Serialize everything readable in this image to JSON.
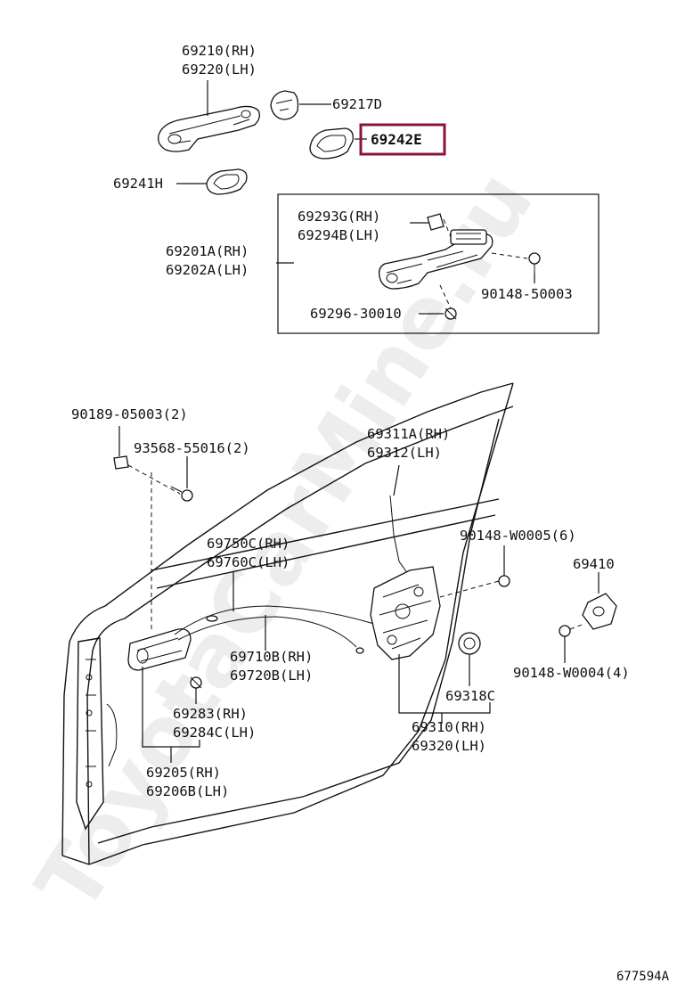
{
  "labels": {
    "p69210": "69210(RH)",
    "p69220": "69220(LH)",
    "p69217": "69217D",
    "p69242": "69242E",
    "p69241": "69241H",
    "p69293": "69293G(RH)",
    "p69294": "69294B(LH)",
    "p69201": "69201A(RH)",
    "p69202": "69202A(LH)",
    "p90148a": "90148-50003",
    "p69296": "69296-30010",
    "p90189": "90189-05003(2)",
    "p93568": "93568-55016(2)",
    "p69311": "69311A(RH)",
    "p69312": "69312(LH)",
    "p90148b": "90148-W0005(6)",
    "p69410": "69410",
    "p69750": "69750C(RH)",
    "p69760": "69760C(LH)",
    "p69710": "69710B(RH)",
    "p69720": "69720B(LH)",
    "p90148c": "90148-W0004(4)",
    "p69283": "69283(RH)",
    "p69284": "69284C(LH)",
    "p69318": "69318C",
    "p69310": "69310(RH)",
    "p69320": "69320(LH)",
    "p69205": "69205(RH)",
    "p69206": "69206B(LH)"
  },
  "highlight_color": "#8a1538",
  "watermark": "ToyotaCarMine.ru",
  "diagram_code": "677594A"
}
